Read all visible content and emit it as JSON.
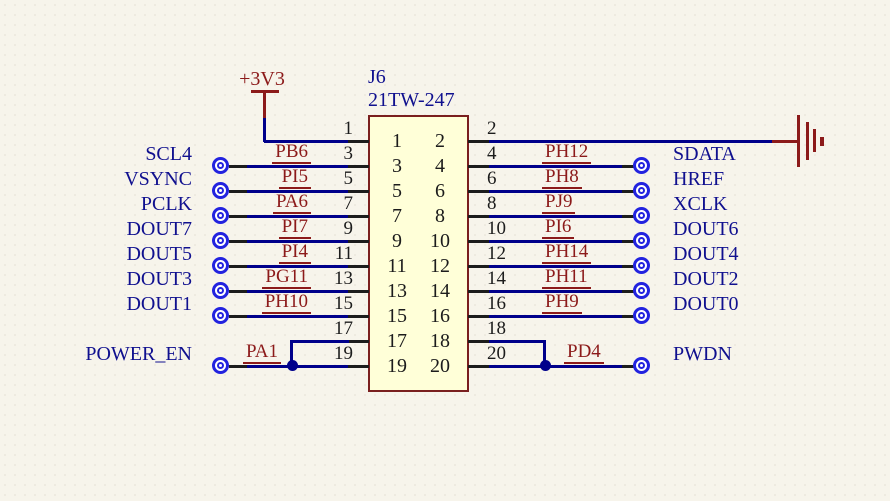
{
  "component": {
    "designator": "J6",
    "part": "21TW-247"
  },
  "power_net": {
    "label": "+3V3"
  },
  "ground_net": {
    "symbol": "earth-ground"
  },
  "rows": [
    {
      "left_pin": "1",
      "right_pin": "2"
    },
    {
      "left_pin": "3",
      "left_net": "PB6",
      "left_port": "SCL4",
      "right_pin": "4",
      "right_net": "PH12",
      "right_port": "SDATA"
    },
    {
      "left_pin": "5",
      "left_net": "PI5",
      "left_port": "VSYNC",
      "right_pin": "6",
      "right_net": "PH8",
      "right_port": "HREF"
    },
    {
      "left_pin": "7",
      "left_net": "PA6",
      "left_port": "PCLK",
      "right_pin": "8",
      "right_net": "PJ9",
      "right_port": "XCLK"
    },
    {
      "left_pin": "9",
      "left_net": "PI7",
      "left_port": "DOUT7",
      "right_pin": "10",
      "right_net": "PI6",
      "right_port": "DOUT6"
    },
    {
      "left_pin": "11",
      "left_net": "PI4",
      "left_port": "DOUT5",
      "right_pin": "12",
      "right_net": "PH14",
      "right_port": "DOUT4"
    },
    {
      "left_pin": "13",
      "left_net": "PG11",
      "left_port": "DOUT3",
      "right_pin": "14",
      "right_net": "PH11",
      "right_port": "DOUT2"
    },
    {
      "left_pin": "15",
      "left_net": "PH10",
      "left_port": "DOUT1",
      "right_pin": "16",
      "right_net": "PH9",
      "right_port": "DOUT0"
    },
    {
      "left_pin": "17",
      "right_pin": "18"
    },
    {
      "left_pin": "19",
      "left_net": "PA1",
      "left_port": "POWER_EN",
      "right_pin": "20",
      "right_net": "PD4",
      "right_port": "PWDN"
    }
  ],
  "colors": {
    "background": "#F7F4EB",
    "wire": "#00008B",
    "pin": "#1C1C1C",
    "net_label": "#8C1A1A",
    "port_label": "#10108F",
    "port_ring": "#2222DF",
    "component_fill": "#FFFFD8",
    "component_outline": "#7A1F1F"
  }
}
